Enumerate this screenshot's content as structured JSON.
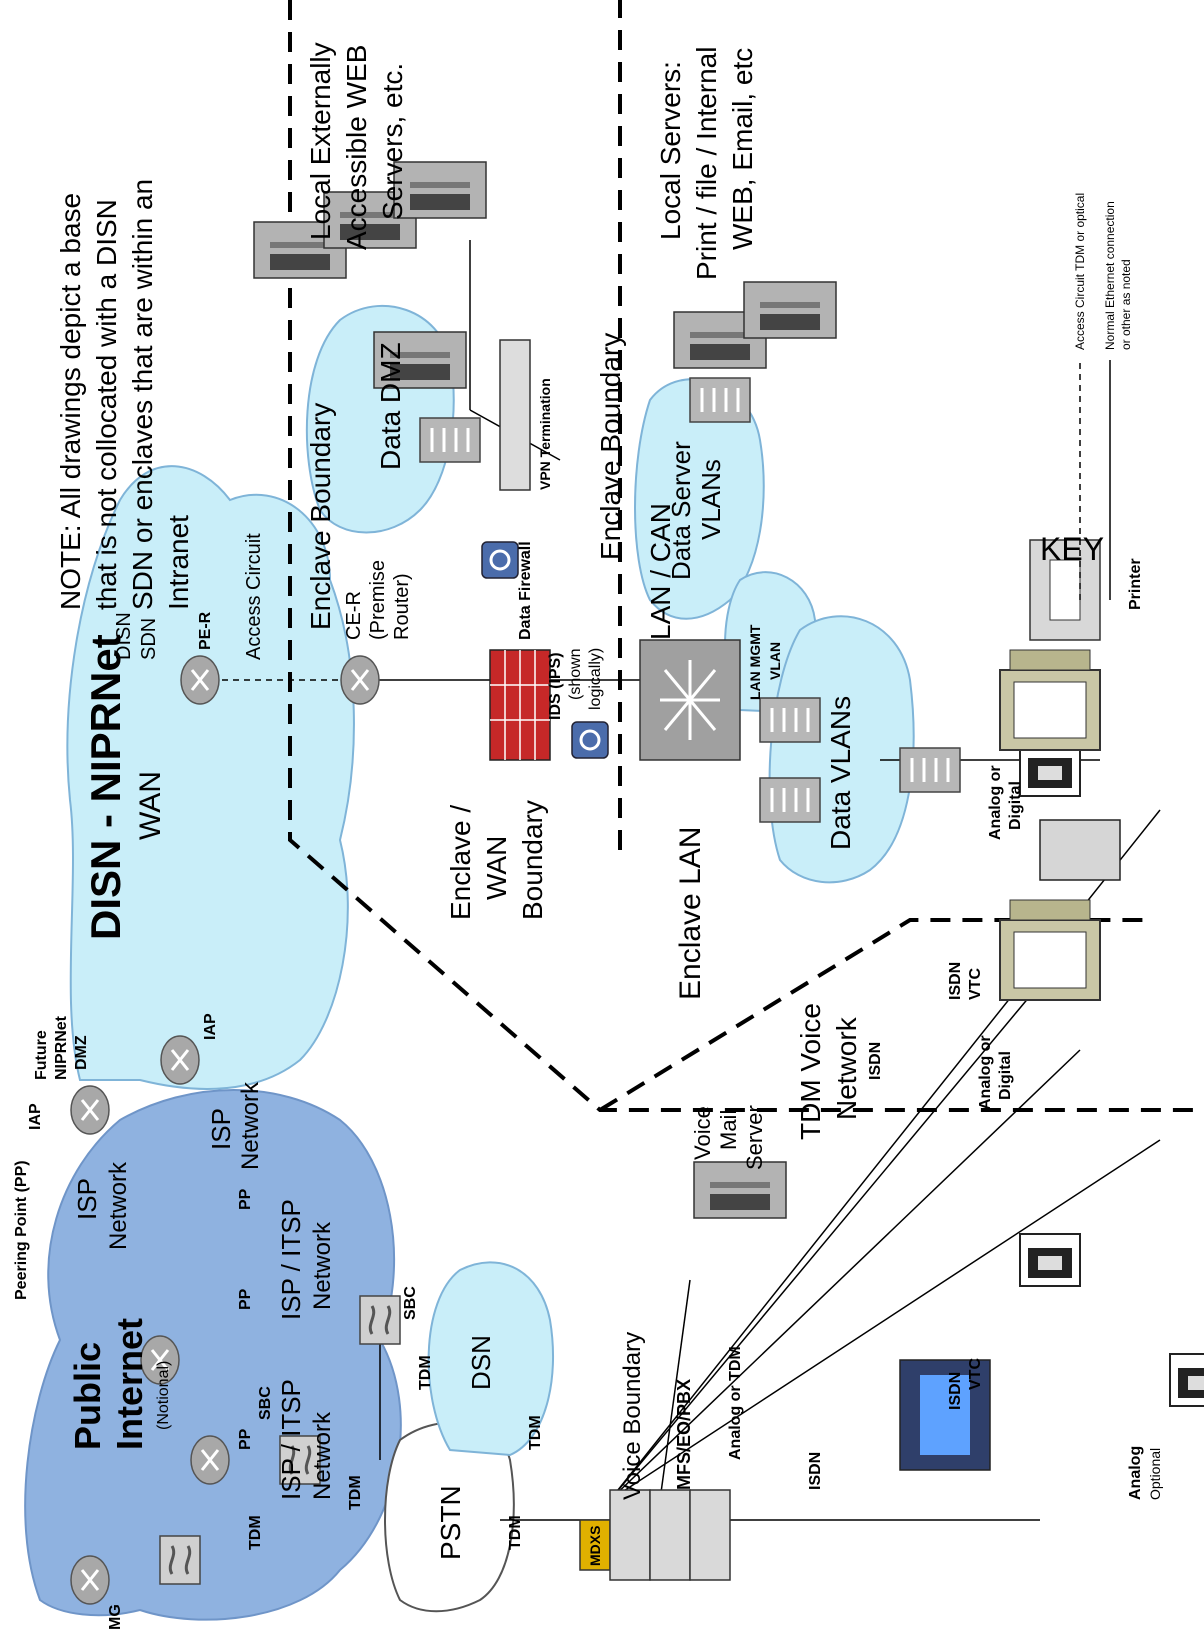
{
  "note": {
    "line1": "NOTE: All drawings depict a base",
    "line2": "that is not collocated with a DISN",
    "line3": "SDN or enclaves that are within an",
    "line4": "Intranet"
  },
  "key": {
    "title": "KEY",
    "dashed": "Access Circuit TDM or optical",
    "solid1": "Normal Ethernet connection",
    "solid2": "or other as noted"
  },
  "clouds": {
    "public": {
      "title1": "Public",
      "title2": "Internet",
      "notional": "(Notional)"
    },
    "isp_top": {
      "l1": "ISP",
      "l2": "Network"
    },
    "isp_mid": {
      "l1": "ISP",
      "l2": "Network"
    },
    "itsp_left": {
      "l1": "ISP / ITSP",
      "l2": "Network"
    },
    "itsp_right": {
      "l1": "ISP / ITSP",
      "l2": "Network"
    },
    "disn": {
      "title": "DISN - NIPRNet",
      "sub": "WAN",
      "sdn1": "DISN",
      "sdn2": "SDN"
    },
    "future": {
      "l1": "Future",
      "l2": "NIPRNet",
      "l3": "DMZ"
    },
    "dmz": {
      "l1": "Data  DMZ"
    },
    "server_vlans": {
      "l1": "Data Server",
      "l2": "VLANs"
    },
    "mgmt": {
      "l1": "LAN MGMT",
      "l2": "VLAN"
    },
    "data_vlans": {
      "l1": "Data VLANs"
    },
    "pstn": {
      "l1": "PSTN"
    },
    "dsn": {
      "l1": "DSN"
    }
  },
  "labels": {
    "peering_point": "Peering Point (PP)",
    "pp": "PP",
    "sbc": "SBC",
    "iap": "IAP",
    "mg": "MG",
    "tdm": "TDM",
    "pe_r": "PE-R",
    "access_circuit": "Access Circuit",
    "enclave_boundary": "Enclave Boundary",
    "ce_r1": "CE-R",
    "ce_r2": "(Premise",
    "ce_r3": "Router)",
    "data_firewall": "Data  Firewall",
    "ids1": "IDS (IPS)",
    "ids2": "(shown",
    "ids3": "logically)",
    "vpn": "VPN Termination",
    "enclave_wan1": "Enclave /",
    "enclave_wan2": "WAN",
    "enclave_wan3": "Boundary",
    "lan_can": "LAN / CAN",
    "enclave_lan": "Enclave LAN",
    "local_ext1": "Local Externally",
    "local_ext2": "Accessible WEB",
    "local_ext3": "Servers, etc.",
    "local_srv1": "Local Servers:",
    "local_srv2": "Print / file / Internal",
    "local_srv3": "WEB, Email, etc",
    "printer": "Printer",
    "analog_digital1": "Analog or",
    "analog_digital2": "Digital",
    "isdn": "ISDN",
    "vtc": "VTC",
    "tdm_voice1": "TDM Voice",
    "tdm_voice2": "Network",
    "voice_mail1": "Voice",
    "voice_mail2": "Mail",
    "voice_mail3": "Server",
    "voice_boundary": "Voice Boundary",
    "mfs": "MFS/EO/PBX",
    "analog_tdm": "Analog or TDM",
    "mdxs": "MDXS",
    "analog": "Analog",
    "optional": "Optional"
  },
  "colors": {
    "cloud_fill": "#c9eef9",
    "cloud_stroke": "#7fb4d8",
    "internet_fill": "#8fb2e0",
    "firewall": "#c62828",
    "device_gray": "#9e9e9e",
    "mdxs": "#e0b000"
  }
}
